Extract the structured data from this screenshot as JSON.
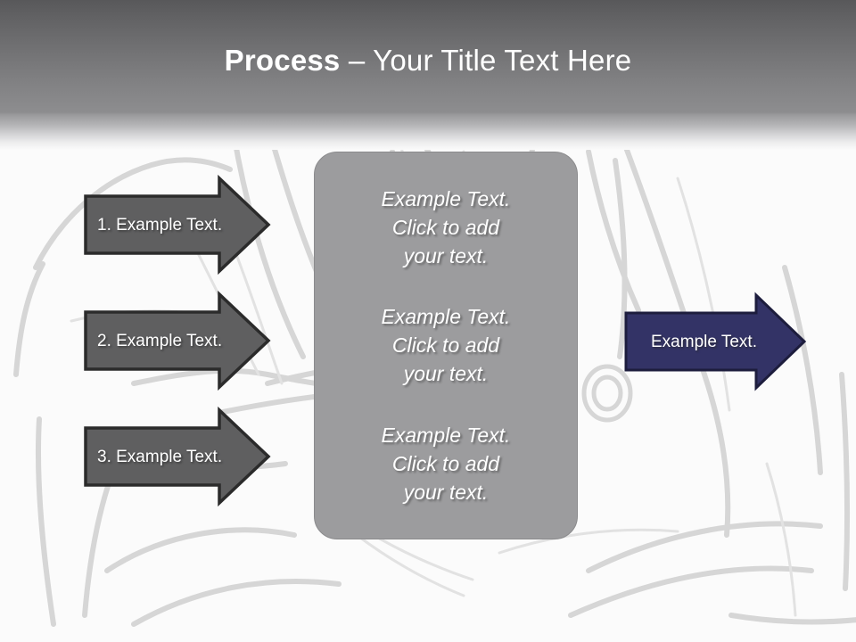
{
  "slide": {
    "title_bold": "Process",
    "title_rest": " – Your Title Text Here",
    "background_icon": "doctor-stethoscope-line-art"
  },
  "colors": {
    "header_gradient_top": "#58585a",
    "header_gradient_bottom": "#9a9a9c",
    "slide_background": "#fbfbfb",
    "gray_arrow_fill": "#5f5f60",
    "gray_arrow_border": "#2b2b2b",
    "blue_arrow_fill": "#333366",
    "blue_arrow_border": "#1d1d3d",
    "panel_fill": "#9c9c9e",
    "panel_border": "#8b8b8d",
    "text_white": "#ffffff",
    "illustration_line": "#d4d4d4"
  },
  "steps": [
    {
      "id": "step-1",
      "label": "1. Example Text."
    },
    {
      "id": "step-2",
      "label": "2. Example Text."
    },
    {
      "id": "step-3",
      "label": "3. Example Text."
    }
  ],
  "center_panel": {
    "blocks": [
      "Example Text.\nClick  to add\nyour text.",
      "Example Text.\nClick  to add\nyour text.",
      "Example Text.\nClick  to add\nyour text."
    ]
  },
  "result": {
    "label": "Example Text."
  }
}
